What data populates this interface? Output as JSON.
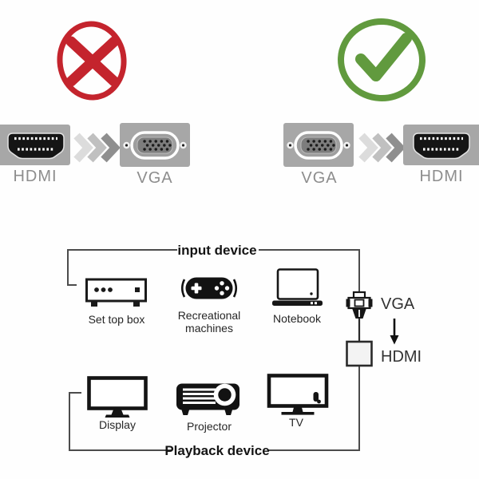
{
  "comparison": {
    "wrong": {
      "mark_icon": "cross-badge-icon",
      "source_label": "HDMI",
      "source_icon": "hdmi-connector-icon",
      "arrow_icon": "arrow-chevrons-icon",
      "target_label": "VGA",
      "target_icon": "vga-connector-icon"
    },
    "correct": {
      "mark_icon": "check-badge-icon",
      "source_label": "VGA",
      "source_icon": "vga-connector-icon",
      "arrow_icon": "arrow-chevrons-icon",
      "target_label": "HDMI",
      "target_icon": "hdmi-connector-icon"
    }
  },
  "flow_diagram": {
    "input_group_label": "input device",
    "input_devices": [
      {
        "icon": "set-top-box-icon",
        "label": "Set top box"
      },
      {
        "icon": "game-controller-icon",
        "label": "Recreational machines"
      },
      {
        "icon": "laptop-icon",
        "label": "Notebook"
      }
    ],
    "adapter": {
      "plug_icon": "vga-plug-icon",
      "box_icon": "adapter-box-icon",
      "arrow_icon": "down-arrow-icon",
      "from_label": "VGA",
      "to_label": "HDMI"
    },
    "output_group_label": "Playback device",
    "output_devices": [
      {
        "icon": "monitor-icon",
        "label": "Display"
      },
      {
        "icon": "projector-icon",
        "label": "Projector"
      },
      {
        "icon": "tv-icon",
        "label": "TV"
      }
    ]
  },
  "colors": {
    "wrong_red": "#c4242d",
    "correct_green": "#619a3e",
    "connector_plate_gray": "#a7a7a7",
    "connector_label_gray": "#8d8d8d",
    "diagram_line_gray": "#4c4c4c",
    "icon_black": "#161616"
  }
}
